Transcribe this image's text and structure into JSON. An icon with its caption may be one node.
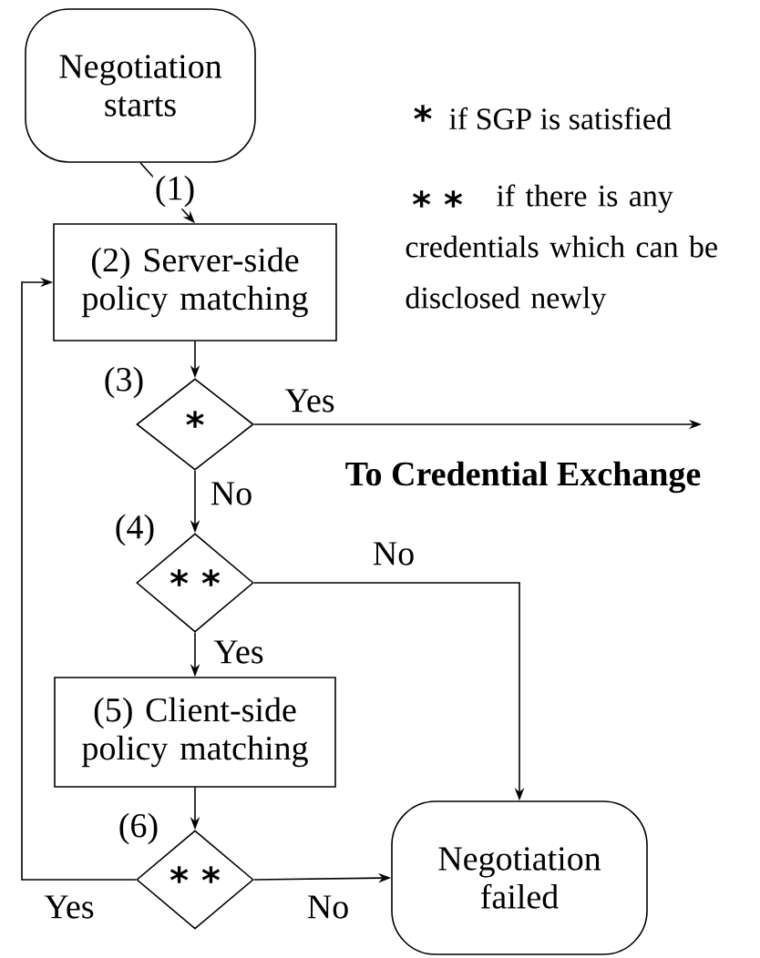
{
  "diagram": {
    "nodes": [
      {
        "text": [
          "Negotiation starts"
        ]
      },
      {
        "text": [
          "(2) Server-side policy matching"
        ]
      },
      {
        "text": [
          "*"
        ],
        "beside": [
          "(3)"
        ]
      },
      {
        "text": [
          "* *"
        ],
        "beside": [
          "(4)"
        ]
      },
      {
        "text": [
          "(5) Client-side policy matching"
        ]
      },
      {
        "text": [
          "* *"
        ],
        "beside": [
          "(6)"
        ]
      },
      {
        "text": [
          "Negotiation failed"
        ]
      }
    ],
    "edges": [
      {
        "from": 0,
        "to": 1,
        "arrow": "to",
        "label": "(1)"
      },
      {
        "from": 1,
        "to": 2,
        "arrow": "to"
      },
      {
        "from": 2,
        "to": null,
        "arrow": "to",
        "label": "Yes"
      },
      {
        "from": 2,
        "to": 3,
        "arrow": "to",
        "label": "No"
      },
      {
        "from": 3,
        "to": 6,
        "arrow": "to",
        "label": "No"
      },
      {
        "from": 3,
        "to": 4,
        "arrow": "to",
        "label": "Yes"
      },
      {
        "from": 4,
        "to": 5,
        "arrow": "to"
      },
      {
        "from": 5,
        "to": 6,
        "arrow": "to",
        "label": "No"
      },
      {
        "from": 5,
        "to": 1,
        "arrow": "to",
        "label": "Yes"
      }
    ],
    "labels": [
      "*",
      "if SGP is satisfied",
      "* *",
      "if there is any credentials which can be disclosed newly",
      "**To Credential Exchange**"
    ]
  }
}
